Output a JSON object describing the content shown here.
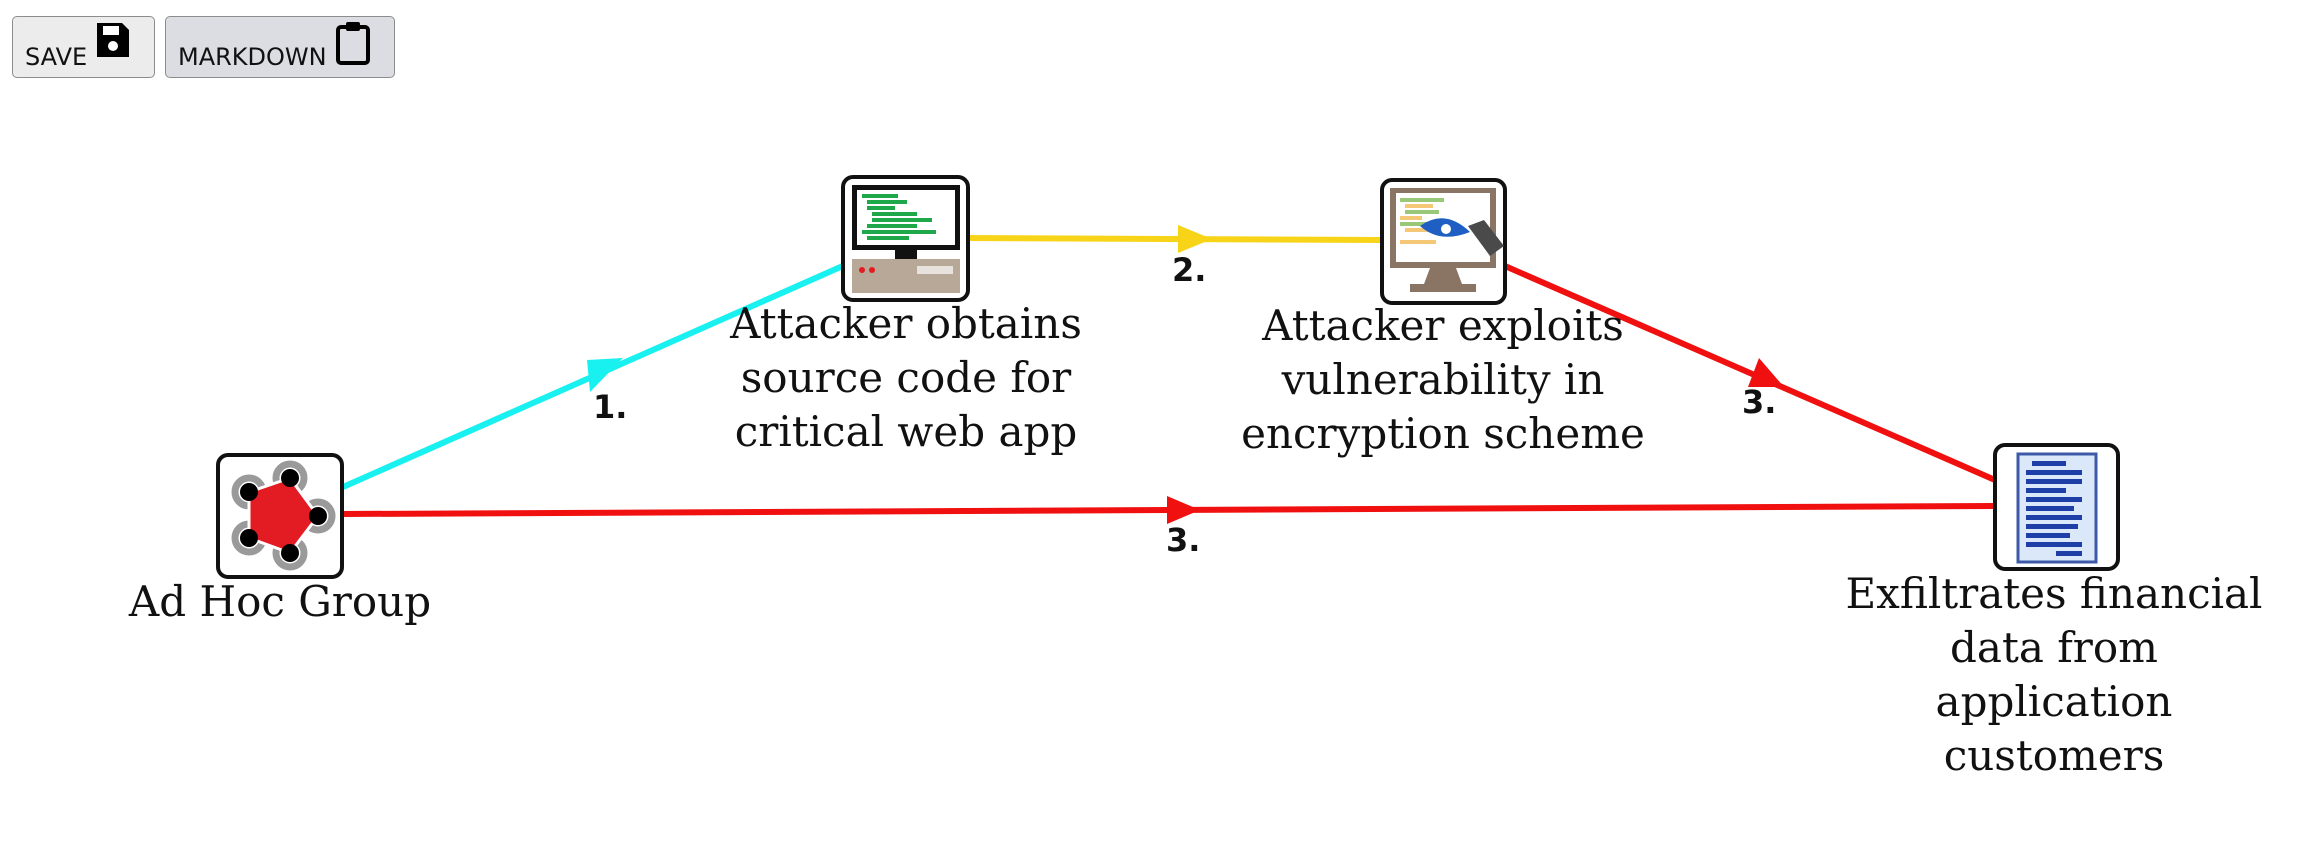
{
  "toolbar": {
    "save_label": "SAVE",
    "markdown_label": "MARKDOWN"
  },
  "nodes": {
    "ad_hoc_group": {
      "lines": [
        "Ad Hoc Group"
      ],
      "icon": "threat-actor-group-icon"
    },
    "source_code": {
      "lines": [
        "Attacker obtains",
        "source code for",
        "critical web app"
      ],
      "icon": "computer-code-icon"
    },
    "exploit": {
      "lines": [
        "Attacker exploits",
        "vulnerability in",
        "encryption scheme"
      ],
      "icon": "exploit-monitor-icon"
    },
    "exfiltrate": {
      "lines": [
        "Exfiltrates financial",
        "data from",
        "application",
        "customers"
      ],
      "icon": "document-icon"
    }
  },
  "edges": [
    {
      "from": "ad_hoc_group",
      "to": "source_code",
      "label": "1.",
      "color": "#19f0f0"
    },
    {
      "from": "source_code",
      "to": "exploit",
      "label": "2.",
      "color": "#f7d417"
    },
    {
      "from": "exploit",
      "to": "exfiltrate",
      "label": "3.",
      "color": "#f01010"
    },
    {
      "from": "ad_hoc_group",
      "to": "exfiltrate",
      "label": "3.",
      "color": "#f01010"
    }
  ]
}
